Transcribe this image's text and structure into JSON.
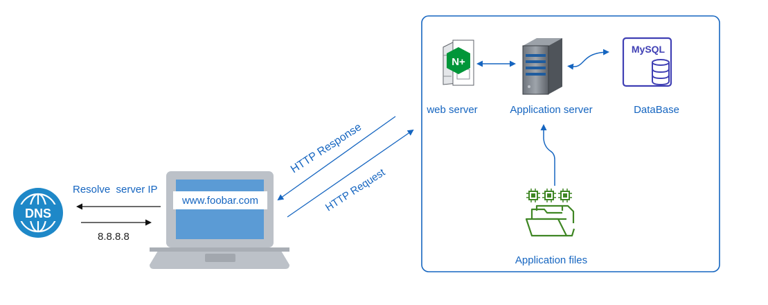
{
  "dns": {
    "icon_label": "DNS",
    "resolve_label": "Resolve  server IP",
    "ip_label": "8.8.8.8"
  },
  "laptop": {
    "url": "www.foobar.com"
  },
  "http": {
    "response_label": "HTTP Response",
    "request_label": "HTTP Request"
  },
  "server_box": {
    "web_server_label": "web server",
    "nginx_icon_text": "N+",
    "app_server_label": "Application server",
    "database_label": "DataBase",
    "mysql_icon_text": "MySQL",
    "app_files_label": "Application files"
  },
  "colors": {
    "accent_blue": "#1565C0",
    "box_border": "#1565C0",
    "label_blue": "#1565C0",
    "dns_blue": "#1E88C8",
    "nginx_green": "#009639",
    "mysql_purple": "#3F3FB4",
    "files_green": "#3F8624",
    "laptop_gray": "#BCC1C8",
    "laptop_screen": "#5B9BD5"
  }
}
